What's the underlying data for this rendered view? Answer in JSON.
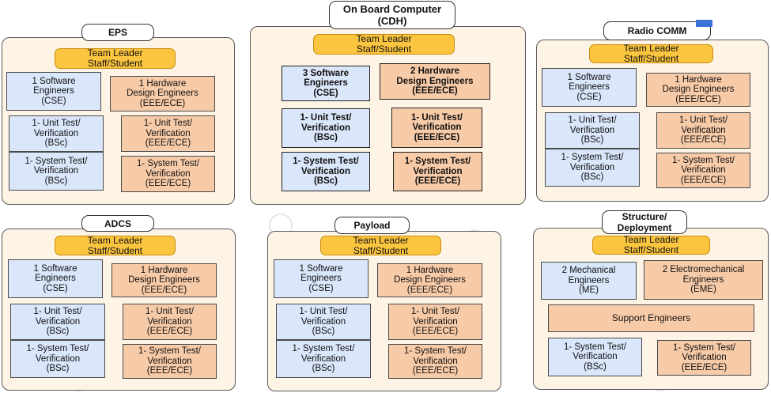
{
  "eps": {
    "title": "EPS",
    "leader": "Team Leader\nStaff/Student",
    "sw": "1 Software\nEngineers\n(CSE)",
    "hw": "1 Hardware\nDesign Engineers\n(EEE/ECE)",
    "ut_b": "1- Unit Test/\nVerification\n(BSc)",
    "ut_o": "1- Unit Test/\nVerification\n(EEE/ECE)",
    "st_b": "1- System Test/\nVerification\n(BSc)",
    "st_o": "1- System Test/\nVerification\n(EEE/ECE)"
  },
  "cdh": {
    "title": "On Board Computer\n(CDH)",
    "leader": "Team Leader\nStaff/Student",
    "sw": "3 Software\nEngineers\n(CSE)",
    "hw": "2 Hardware\nDesign Engineers\n(EEE/ECE)",
    "ut_b": "1- Unit Test/\nVerification\n(BSc)",
    "ut_o": "1- Unit Test/\nVerification\n(EEE/ECE)",
    "st_b": "1- System Test/\nVerification\n(BSc)",
    "st_o": "1- System Test/\nVerification\n(EEE/ECE)"
  },
  "radio": {
    "title": "Radio COMM",
    "leader": "Team Leader\nStaff/Student",
    "sw": "1 Software\nEngineers\n(CSE)",
    "hw": "1 Hardware\nDesign Engineers\n(EEE/ECE)",
    "ut_b": "1- Unit Test/\nVerification\n(BSc)",
    "ut_o": "1- Unit Test/\nVerification\n(EEE/ECE)",
    "st_b": "1- System Test/\nVerification\n(BSc)",
    "st_o": "1- System Test/\nVerification\n(EEE/ECE)"
  },
  "adcs": {
    "title": "ADCS",
    "leader": "Team Leader\nStaff/Student",
    "sw": "1 Software\nEngineers\n(CSE)",
    "hw": "1 Hardware\nDesign Engineers\n(EEE/ECE)",
    "ut_b": "1- Unit Test/\nVerification\n(BSc)",
    "ut_o": "1- Unit Test/\nVerification\n(EEE/ECE)",
    "st_b": "1- System Test/\nVerification\n(BSc)",
    "st_o": "1- System Test/\nVerification\n(EEE/ECE)"
  },
  "payload": {
    "title": "Payload",
    "leader": "Team Leader\nStaff/Student",
    "sw": "1 Software\nEngineers\n(CSE)",
    "hw": "1 Hardware\nDesign Engineers\n(EEE/ECE)",
    "ut_b": "1- Unit Test/\nVerification\n(BSc)",
    "ut_o": "1- Unit Test/\nVerification\n(EEE/ECE)",
    "st_b": "1- System Test/\nVerification\n(BSc)",
    "st_o": "1- System Test/\nVerification\n(EEE/ECE)"
  },
  "structure": {
    "title": "Structure/\nDeployment",
    "leader": "Team Leader\nStaff/Student",
    "mech": "2 Mechanical\nEngineers\n(ME)",
    "emech": "2 Electromechanical\nEngineers\n(EME)",
    "support": "Support Engineers",
    "st_b": "1- System Test/\nVerification\n(BSc)",
    "st_o": "1- System Test/\nVerification\n(EEE/ECE)"
  },
  "icons": [
    "wondershare-watermark-icon"
  ]
}
